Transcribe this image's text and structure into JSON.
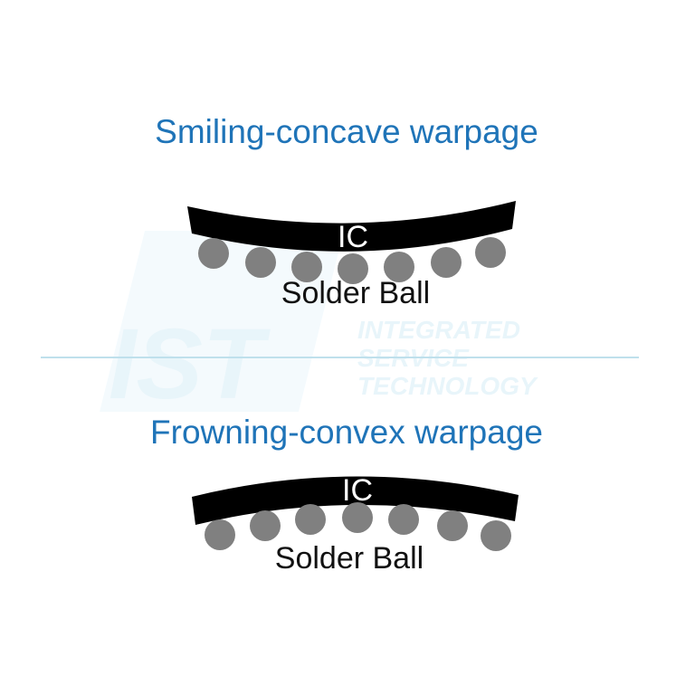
{
  "watermark": {
    "logo_text": "IST",
    "lines": [
      "INTEGRATED",
      "SERVICE",
      "TECHNOLOGY"
    ]
  },
  "colors": {
    "title": "#1f74b8",
    "ic": "#000000",
    "solder_ball": "#808080",
    "divider": "#bfe0ec"
  },
  "panels": [
    {
      "title": "Smiling-concave warpage",
      "ic_label": "IC",
      "ball_label": "Solder Ball",
      "shape": "concave",
      "ball_count": 7
    },
    {
      "title": "Frowning-convex warpage",
      "ic_label": "IC",
      "ball_label": "Solder Ball",
      "shape": "convex",
      "ball_count": 7
    }
  ]
}
